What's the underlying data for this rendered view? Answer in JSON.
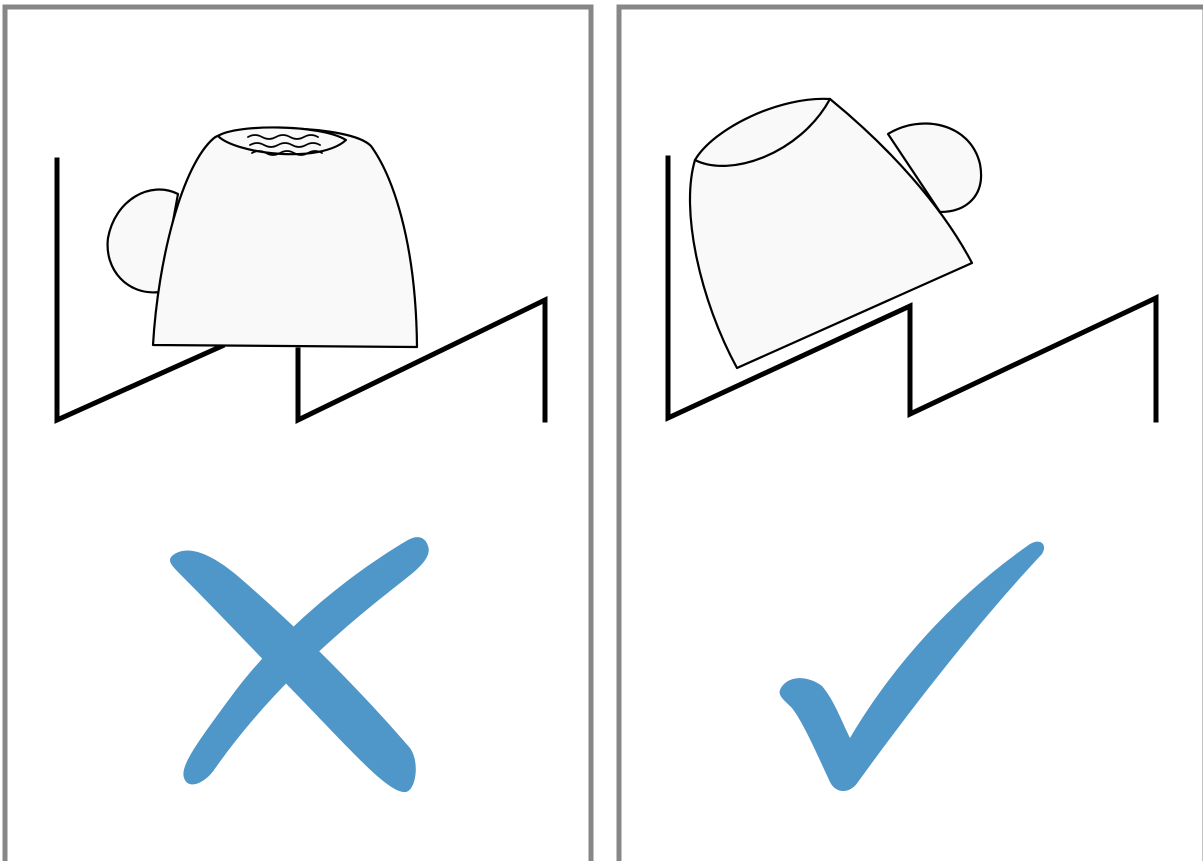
{
  "colors": {
    "frame": "#878787",
    "line": "#000000",
    "mug_fill": "#f9f9f9",
    "mark": "#4f96c9"
  },
  "panels": [
    {
      "id": "wrong",
      "scene": "mug-upright-water-pooling-on-base",
      "result_icon": "cross-mark-icon",
      "meaning": "incorrect"
    },
    {
      "id": "right",
      "scene": "mug-tilted-to-drain",
      "result_icon": "check-mark-icon",
      "meaning": "correct"
    }
  ]
}
